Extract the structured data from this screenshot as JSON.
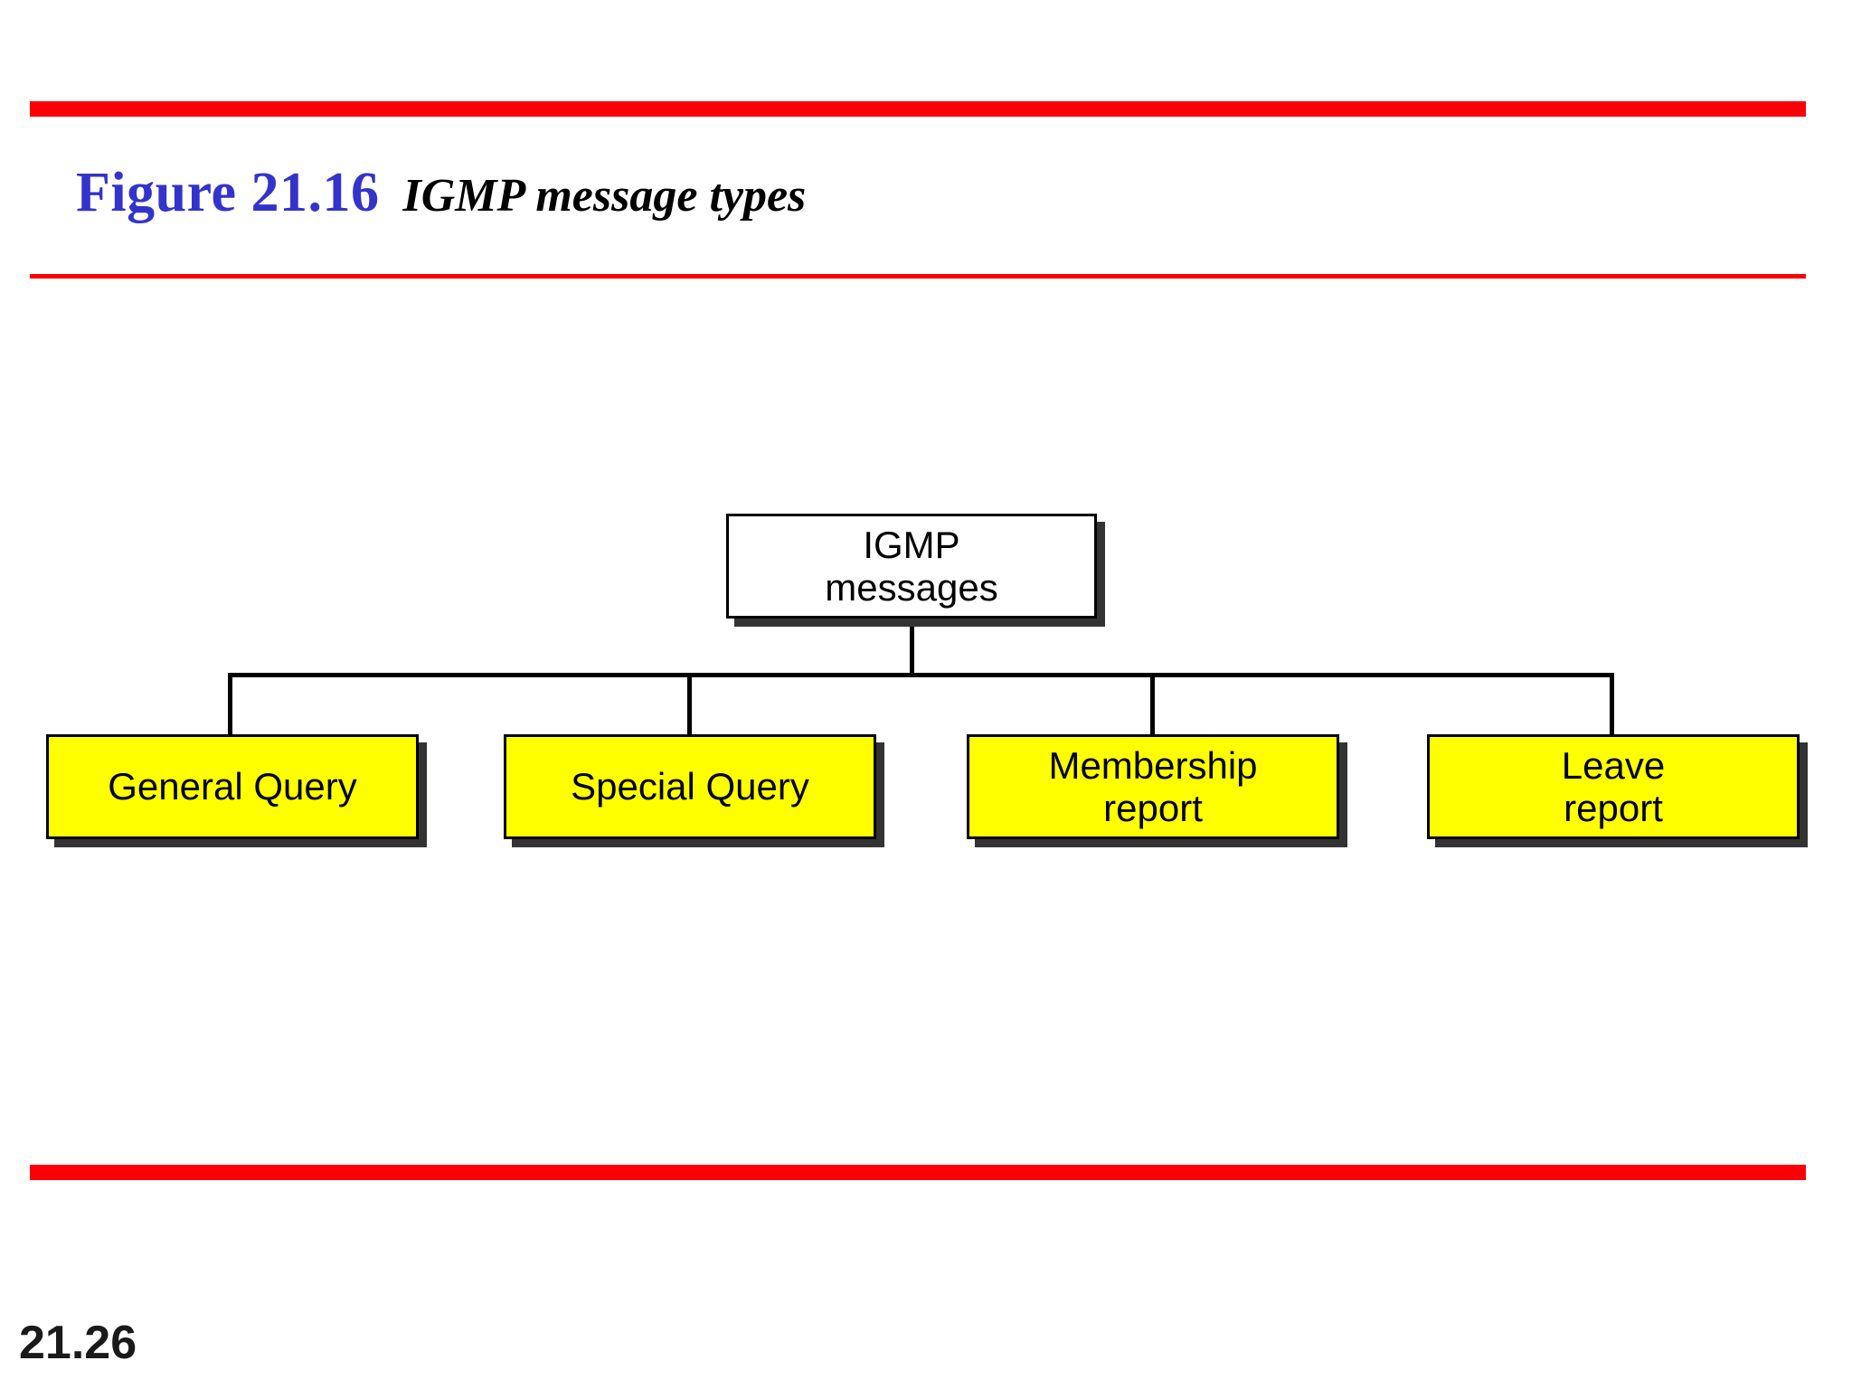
{
  "slide": {
    "figure_label": "Figure 21.16",
    "caption": "IGMP message types",
    "page_number": "21.26"
  },
  "colors": {
    "rule_red": "#fb0007",
    "figure_blue": "#3333cc",
    "node_fill": "#ffff00",
    "root_fill": "#ffffff",
    "node_border": "#000000",
    "shadow": "#333333"
  },
  "diagram": {
    "type": "tree",
    "root": {
      "line1": "IGMP",
      "line2": "messages"
    },
    "children": [
      {
        "line1": "General Query",
        "line2": ""
      },
      {
        "line1": "Special Query",
        "line2": ""
      },
      {
        "line1": "Membership",
        "line2": "report"
      },
      {
        "line1": "Leave",
        "line2": "report"
      }
    ]
  }
}
